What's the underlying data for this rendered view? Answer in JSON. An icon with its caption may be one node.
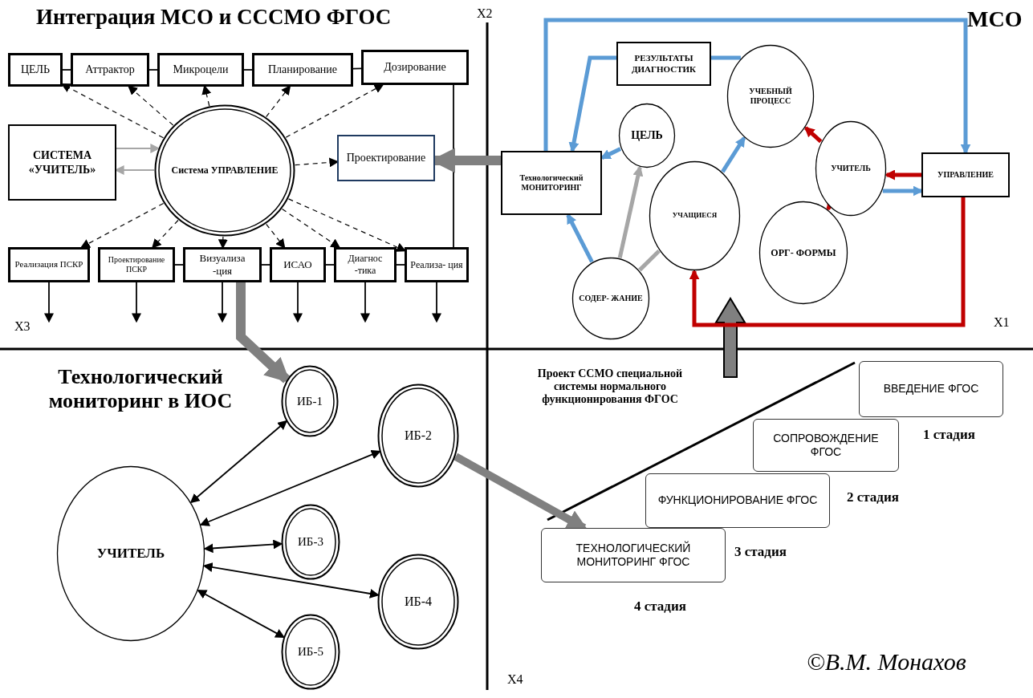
{
  "diagram": {
    "title": "Интеграция МСО и СССМО ФГОС",
    "nodes": [
      {
        "text": [
          "ЦЕЛЬ"
        ]
      },
      {
        "text": [
          "Аттрактор"
        ]
      },
      {
        "text": [
          "Микроцели"
        ]
      },
      {
        "text": [
          "Планирование"
        ]
      },
      {
        "text": [
          "Дозирование"
        ]
      },
      {
        "text": [
          "СИСТЕМА «УЧИТЕЛЬ»"
        ]
      },
      {
        "text": [
          "Система УПРАВЛЕНИЕ"
        ]
      },
      {
        "text": [
          "Проектирование"
        ]
      },
      {
        "text": [
          "Реализация ПСКР"
        ]
      },
      {
        "text": [
          "Проектирование ПСКР"
        ]
      },
      {
        "text": [
          "Визуализа -ция"
        ]
      },
      {
        "text": [
          "ИСАО"
        ]
      },
      {
        "text": [
          "Диагнос -тика"
        ]
      },
      {
        "text": [
          "Реализа- ция"
        ]
      },
      {
        "text": [
          "РЕЗУЛЬТАТЫ ДИАГНОСТИК"
        ]
      },
      {
        "text": [
          "УЧЕБНЫЙ ПРОЦЕСС"
        ]
      },
      {
        "text": [
          "ЦЕЛЬ"
        ]
      },
      {
        "text": [
          "Технологический МОНИТОРИНГ"
        ]
      },
      {
        "text": [
          "УЧИТЕЛЬ"
        ]
      },
      {
        "text": [
          "УПРАВЛЕНИЕ"
        ]
      },
      {
        "text": [
          "УЧАЩИЕСЯ"
        ]
      },
      {
        "text": [
          "ОРГ- ФОРМЫ"
        ]
      },
      {
        "text": [
          "СОДЕР- ЖАНИЕ"
        ]
      },
      {
        "text": [
          "ИБ-1"
        ]
      },
      {
        "text": [
          "ИБ-2"
        ]
      },
      {
        "text": [
          "УЧИТЕЛЬ"
        ]
      },
      {
        "text": [
          "ИБ-3"
        ]
      },
      {
        "text": [
          "ИБ-4"
        ]
      },
      {
        "text": [
          "ИБ-5"
        ]
      },
      {
        "text": [
          "ВВЕДЕНИЕ ФГОС"
        ]
      },
      {
        "text": [
          "СОПРОВОЖДЕНИЕ ФГОС"
        ]
      },
      {
        "text": [
          "ФУНКЦИОНИРОВАНИЕ ФГОС"
        ]
      },
      {
        "text": [
          "ТЕХНОЛОГИЧЕСКИЙ МОНИТОРИНГ ФГОС"
        ]
      }
    ],
    "edges": [
      {
        "from": 6,
        "to": 0,
        "arrow": "to",
        "style": "dashed"
      },
      {
        "from": 6,
        "to": 1,
        "arrow": "to",
        "style": "dashed"
      },
      {
        "from": 6,
        "to": 2,
        "arrow": "to",
        "style": "dashed"
      },
      {
        "from": 6,
        "to": 3,
        "arrow": "to",
        "style": "dashed"
      },
      {
        "from": 6,
        "to": 4,
        "arrow": "to",
        "style": "dashed"
      },
      {
        "from": 6,
        "to": 7,
        "arrow": "to",
        "style": "dashed"
      },
      {
        "from": 6,
        "to": 8,
        "arrow": "to",
        "style": "dashed"
      },
      {
        "from": 6,
        "to": 9,
        "arrow": "to",
        "style": "dashed"
      },
      {
        "from": 6,
        "to": 10,
        "arrow": "to",
        "style": "dashed"
      },
      {
        "from": 6,
        "to": 11,
        "arrow": "to",
        "style": "dashed"
      },
      {
        "from": 6,
        "to": 12,
        "arrow": "to",
        "style": "dashed"
      },
      {
        "from": 6,
        "to": 13,
        "arrow": "to",
        "style": "dashed"
      },
      {
        "from": 5,
        "to": 6,
        "arrow": "to",
        "color": "#a6a6a6"
      },
      {
        "from": 6,
        "to": 5,
        "arrow": "to",
        "color": "#a6a6a6"
      },
      {
        "from": 0,
        "to": 1,
        "arrow": "none"
      },
      {
        "from": 1,
        "to": 2,
        "arrow": "none"
      },
      {
        "from": 2,
        "to": 3,
        "arrow": "none"
      },
      {
        "from": 3,
        "to": 4,
        "arrow": "none"
      },
      {
        "from": 9,
        "to": 10,
        "arrow": "none"
      },
      {
        "from": 10,
        "to": 11,
        "arrow": "none"
      },
      {
        "from": 11,
        "to": 12,
        "arrow": "none"
      },
      {
        "from": 12,
        "to": 13,
        "arrow": "none"
      },
      {
        "from": 4,
        "to": 13,
        "arrow": "none"
      },
      {
        "from": 8,
        "to": null,
        "arrow": "to"
      },
      {
        "from": 9,
        "to": null,
        "arrow": "to"
      },
      {
        "from": 10,
        "to": null,
        "arrow": "to"
      },
      {
        "from": 11,
        "to": null,
        "arrow": "to"
      },
      {
        "from": 12,
        "to": null,
        "arrow": "to"
      },
      {
        "from": 13,
        "to": null,
        "arrow": "to"
      },
      {
        "from": 17,
        "to": 19,
        "arrow": "to",
        "style": "thick",
        "color": "#5b9bd5"
      },
      {
        "from": 15,
        "to": 14,
        "arrow": "none",
        "style": "thick",
        "color": "#5b9bd5"
      },
      {
        "from": 14,
        "to": 17,
        "arrow": "to",
        "style": "thick",
        "color": "#5b9bd5"
      },
      {
        "from": 16,
        "to": 17,
        "arrow": "to",
        "style": "thick",
        "color": "#5b9bd5"
      },
      {
        "from": 22,
        "to": 17,
        "arrow": "to",
        "style": "thick",
        "color": "#5b9bd5"
      },
      {
        "from": 20,
        "to": 15,
        "arrow": "to",
        "style": "thick",
        "color": "#5b9bd5"
      },
      {
        "from": 18,
        "to": 19,
        "arrow": "to",
        "style": "thick",
        "color": "#5b9bd5"
      },
      {
        "from": 19,
        "to": 18,
        "arrow": "to",
        "style": "thick",
        "color": "#c00000"
      },
      {
        "from": 18,
        "to": 15,
        "arrow": "to",
        "style": "thick",
        "color": "#c00000"
      },
      {
        "from": 18,
        "to": 21,
        "arrow": "to",
        "style": "thick",
        "color": "#c00000"
      },
      {
        "from": 19,
        "to": 20,
        "arrow": "to",
        "style": "thick",
        "color": "#c00000"
      },
      {
        "from": 22,
        "to": 16,
        "arrow": "to",
        "style": "thick",
        "color": "#a6a6a6"
      },
      {
        "from": 22,
        "to": 20,
        "arrow": "none",
        "style": "thick",
        "color": "#a6a6a6"
      },
      {
        "from": 25,
        "to": 23,
        "arrow": "both"
      },
      {
        "from": 25,
        "to": 24,
        "arrow": "both"
      },
      {
        "from": 25,
        "to": 26,
        "arrow": "both"
      },
      {
        "from": 25,
        "to": 27,
        "arrow": "both"
      },
      {
        "from": 25,
        "to": 28,
        "arrow": "both"
      },
      {
        "from": 17,
        "to": 7,
        "arrow": "to",
        "style": "thick",
        "color": "#808080"
      },
      {
        "from": 10,
        "to": 23,
        "arrow": "to",
        "style": "thick",
        "color": "#808080"
      },
      {
        "from": 24,
        "to": 32,
        "arrow": "to",
        "style": "thick",
        "color": "#808080"
      }
    ],
    "labels": [
      "X2",
      "МСО",
      "X3",
      "X1",
      "Технологический мониторинг в ИОС",
      "Проект ССМО специальной системы нормального функционирования ФГОС",
      "1 стадия",
      "2 стадия",
      "3 стадия",
      "4 стадия",
      "X4",
      "©В.М. Монахов"
    ]
  }
}
